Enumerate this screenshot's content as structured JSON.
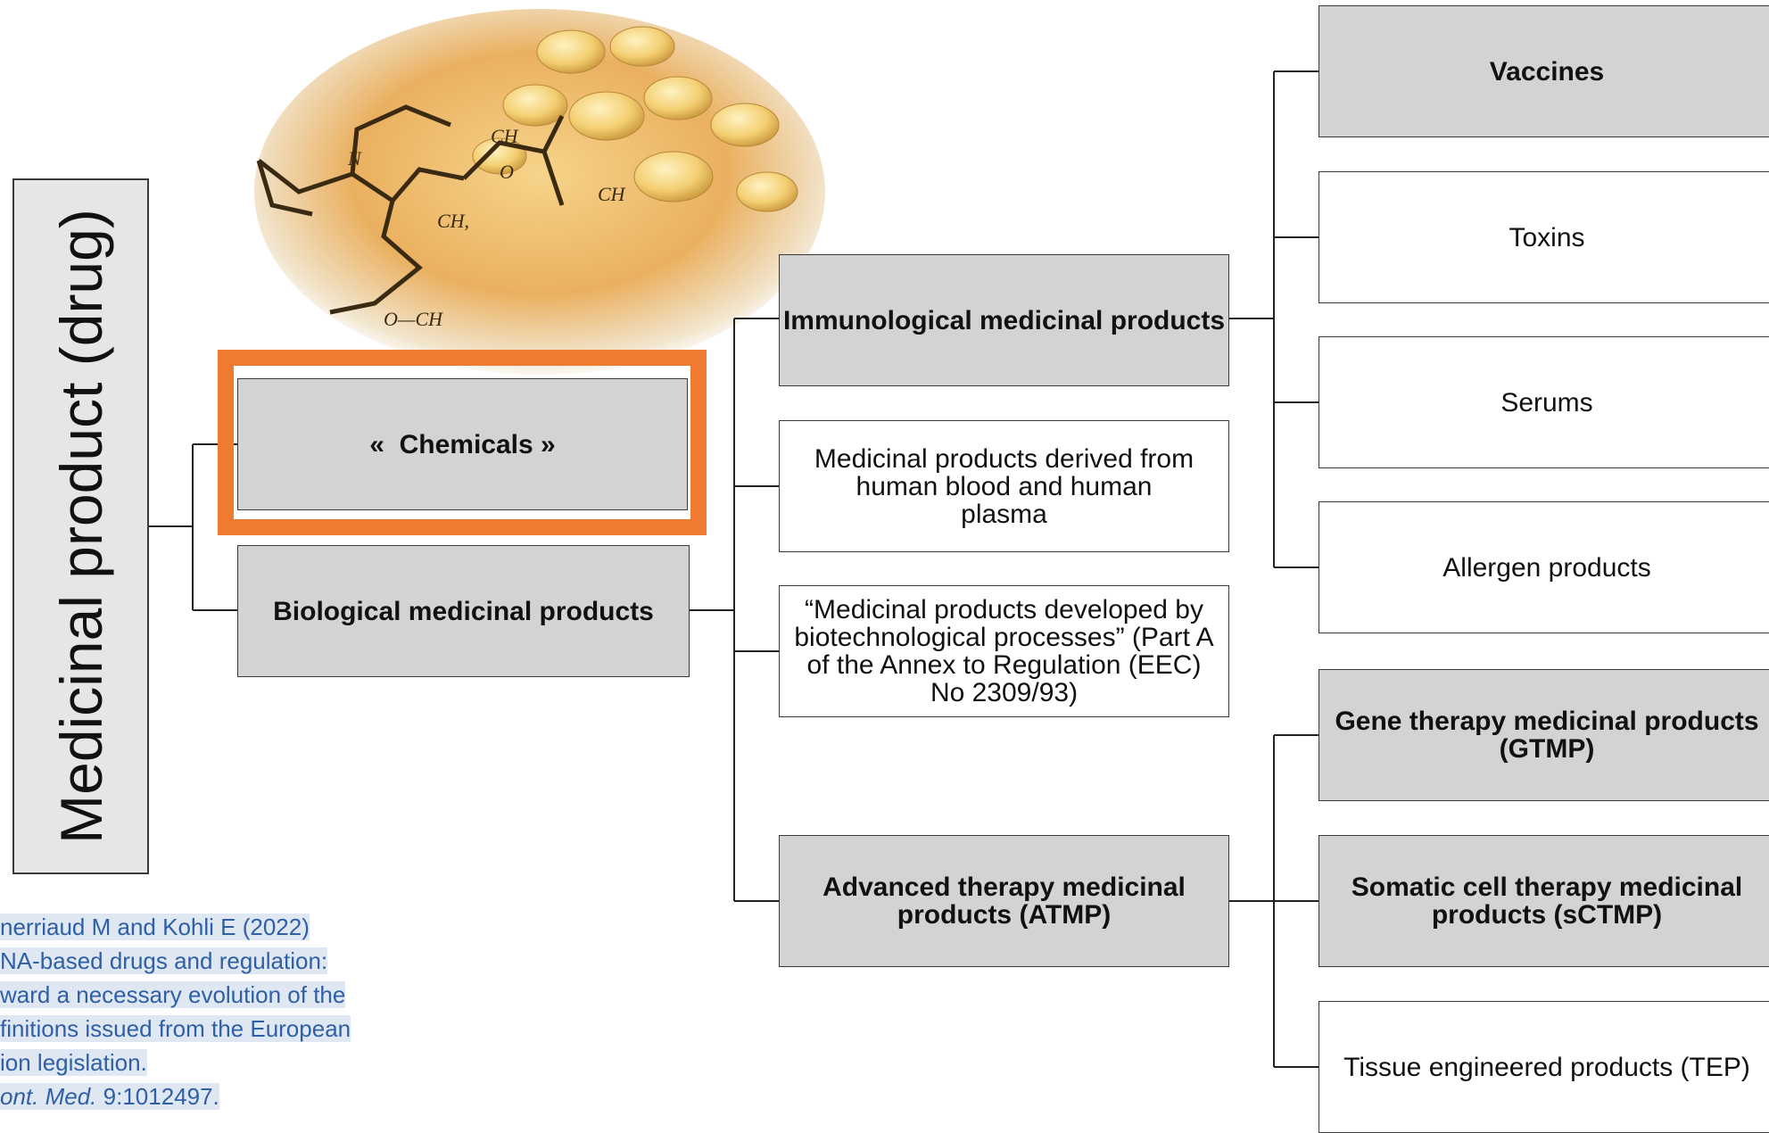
{
  "root": "Medicinal product (drug)",
  "level1": {
    "chemicals": "«  Chemicals »",
    "biological": "Biological medicinal products"
  },
  "level2": {
    "immunological": "Immunological medicinal products",
    "blood": "Medicinal products derived from human blood and human plasma",
    "biotech": "“Medicinal products developed by biotechnological processes” (Part A of the Annex to Regulation (EEC) No 2309/93)",
    "atmp": "Advanced therapy medicinal products (ATMP)"
  },
  "level3_immunological": {
    "vaccines": "Vaccines",
    "toxins": "Toxins",
    "serums": "Serums",
    "allergen": "Allergen products"
  },
  "level3_atmp": {
    "gtmp": "Gene therapy medicinal products (GTMP)",
    "sctmp": "Somatic cell therapy medicinal products (sCTMP)",
    "tep": "Tissue engineered products (TEP)"
  },
  "reference": {
    "line1": "nerriaud M and Kohli E (2022)",
    "line2": "NA-based drugs and regulation:",
    "line3": "ward a necessary evolution of the",
    "line4": "finitions issued from the European",
    "line5": "ion legislation.",
    "line6_journal": "ont. Med.",
    "line6_rest": " 9:1012497."
  },
  "colors": {
    "highlight": "#ee7b2f",
    "grey_box": "#d3d3d5",
    "link_text": "#2f5fa5"
  }
}
